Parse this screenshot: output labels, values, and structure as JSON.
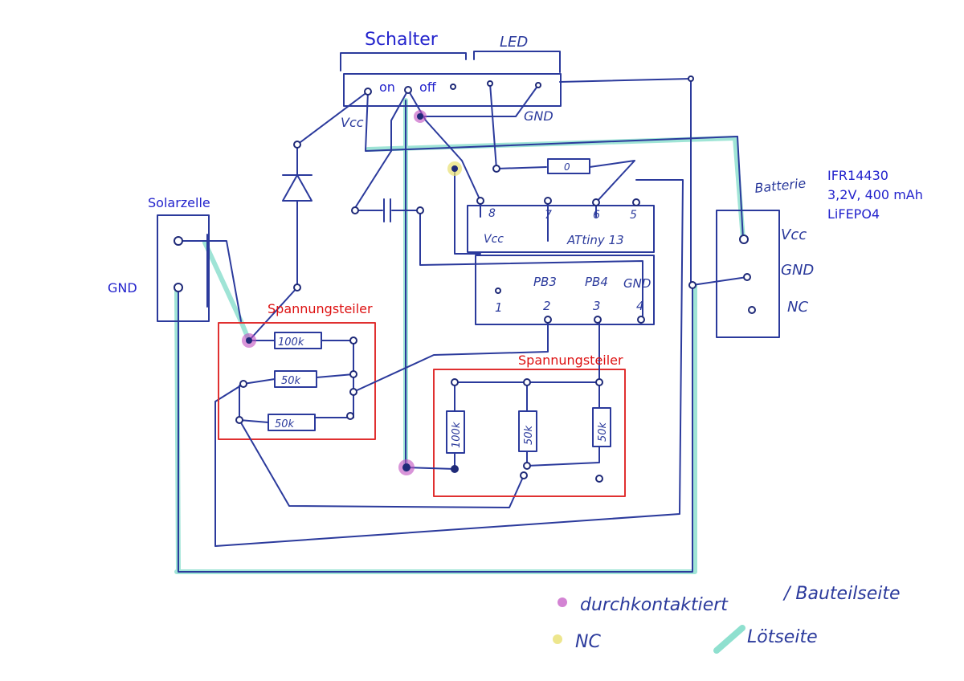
{
  "colors": {
    "wire": "#2b3a9c",
    "wire_dark": "#1f2a78",
    "solder_side": "#8fe0cf",
    "label_blue": "#2222cc",
    "label_red": "#dd1111",
    "box_red": "#e03030",
    "via": "#c04fc0",
    "nc": "#e8e070"
  },
  "labels": {
    "switch": "Schalter",
    "on": "on",
    "off": "off",
    "solar_cell": "Solarzelle",
    "gnd_left": "GND",
    "voltage_divider_1": "Spannungsteiler",
    "voltage_divider_2": "Spannungsteiler",
    "battery_info": [
      "IFR14430",
      "3,2V, 400 mAh",
      "LiFEPO4"
    ]
  },
  "handwritten": {
    "led": "LED",
    "vcc_switch": "Vcc",
    "gnd_switch": "GND",
    "battery": "Batterie",
    "battery_pins": [
      "Vcc",
      "GND",
      "NC"
    ],
    "chip": "ATtiny 13",
    "chip_top_pins": [
      "8",
      "7",
      "6",
      "5"
    ],
    "chip_vcc": "Vcc",
    "chip_bottom_pins": [
      "1",
      "2",
      "3",
      "4"
    ],
    "chip_pin_names": [
      "PB3",
      "PB4",
      "GND"
    ],
    "resistors_left": [
      "100k",
      "50k",
      "50k"
    ],
    "resistors_right": [
      "100k",
      "50k",
      "50k"
    ],
    "resistor_top": "0"
  },
  "legend": {
    "via": "durchkontaktiert",
    "nc": "NC",
    "component_side": "/ Bauteilseite",
    "solder_side": "Lötseite"
  }
}
